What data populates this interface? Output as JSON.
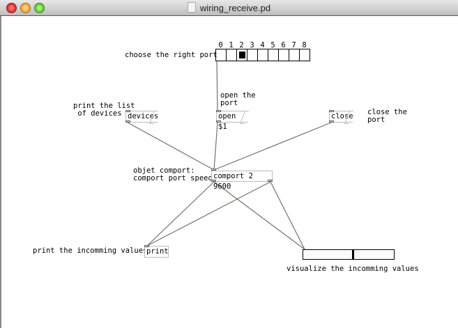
{
  "window": {
    "title": "wiring_receive.pd"
  },
  "radio": {
    "labels": [
      "0",
      "1",
      "2",
      "3",
      "4",
      "5",
      "6",
      "7",
      "8"
    ],
    "selected": 2
  },
  "comments": {
    "choose_port": "choose the right port",
    "open_port": "open the\nport",
    "print_list": "print the list\n of devices",
    "close_port": "close the\nport",
    "comport_desc": "objet comport:\ncomport port speed",
    "print_values": "print the incomming values",
    "visualize": "visualize the incomming values"
  },
  "boxes": {
    "devices": "devices",
    "open": "open $1",
    "close": "close",
    "comport": "comport 2 9600",
    "print": "print"
  },
  "slider": {
    "value_fraction": 0.54
  }
}
